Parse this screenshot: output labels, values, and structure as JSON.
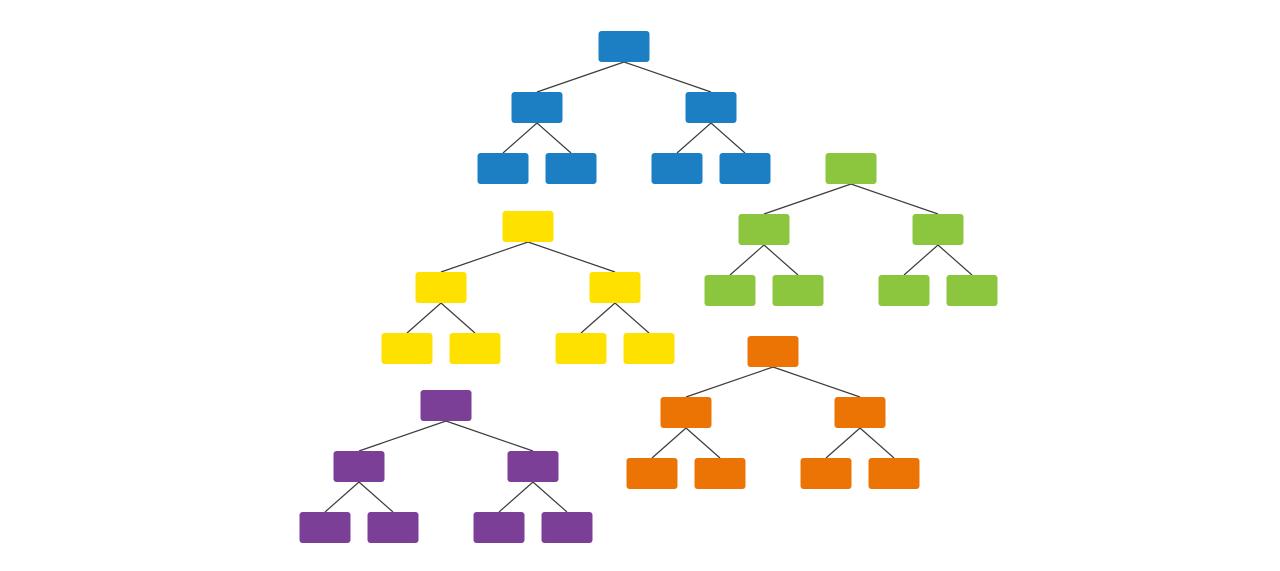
{
  "diagram": {
    "type": "hierarchy-trees",
    "tree_count": 5,
    "levels_per_tree": 3,
    "nodes_per_tree": 7,
    "trees": [
      {
        "name": "blue-tree",
        "color": "#1C7EC3"
      },
      {
        "name": "green-tree",
        "color": "#8CC63F"
      },
      {
        "name": "yellow-tree",
        "color": "#FFE100"
      },
      {
        "name": "orange-tree",
        "color": "#EC7405"
      },
      {
        "name": "purple-tree",
        "color": "#7C3F98"
      }
    ],
    "edge_color": "#3b3b3b",
    "background": "#ffffff"
  }
}
